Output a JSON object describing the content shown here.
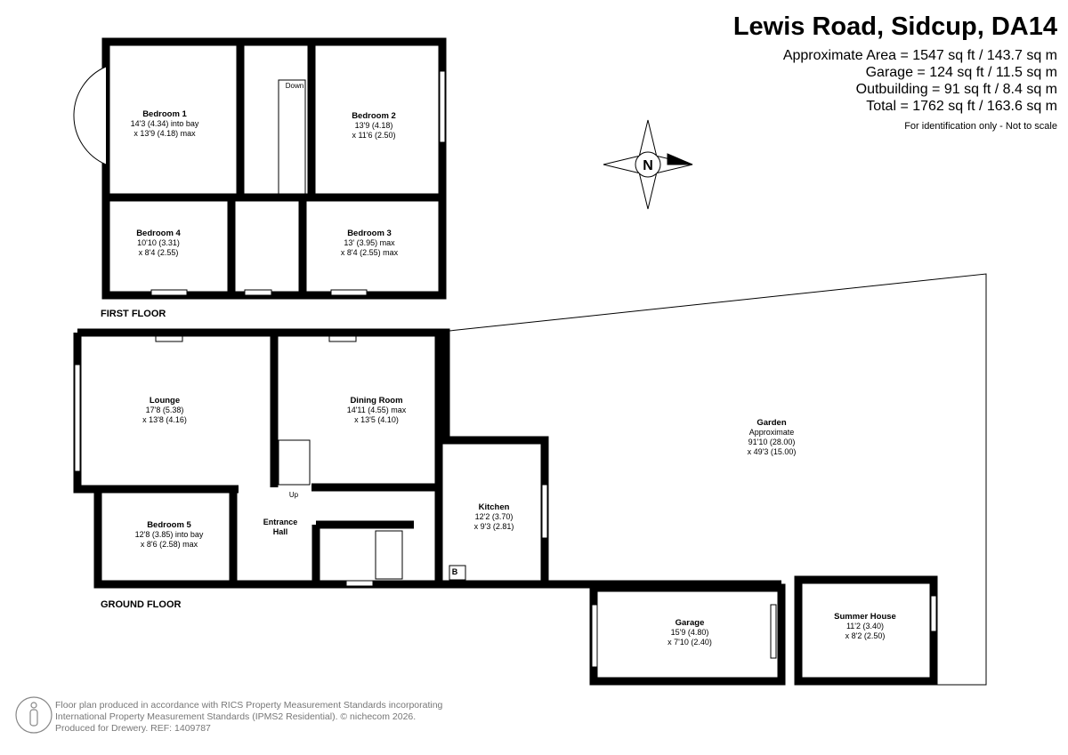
{
  "header": {
    "title": "Lewis Road, Sidcup, DA14",
    "areas": [
      "Approximate Area = 1547 sq ft / 143.7 sq m",
      "Garage = 124 sq ft / 11.5 sq m",
      "Outbuilding = 91 sq ft / 8.4 sq m",
      "Total = 1762 sq ft / 163.6 sq m"
    ],
    "note": "For identification only - Not to scale"
  },
  "compass": {
    "label": "N"
  },
  "floors": {
    "first": "FIRST FLOOR",
    "ground": "GROUND FLOOR"
  },
  "rooms": [
    {
      "name": "Bedroom 1",
      "dims": [
        "14'3 (4.34) into bay",
        "x 13'9 (4.18) max"
      ]
    },
    {
      "name": "Bedroom 2",
      "dims": [
        "13'9 (4.18)",
        "x 11'6 (2.50)"
      ]
    },
    {
      "name": "Bedroom 4",
      "dims": [
        "10'10 (3.31)",
        "x 8'4 (2.55)"
      ]
    },
    {
      "name": "Bedroom 3",
      "dims": [
        "13' (3.95) max",
        "x 8'4 (2.55) max"
      ]
    },
    {
      "name": "Lounge",
      "dims": [
        "17'8 (5.38)",
        "x 13'8 (4.16)"
      ]
    },
    {
      "name": "Dining Room",
      "dims": [
        "14'11 (4.55) max",
        "x 13'5 (4.10)"
      ]
    },
    {
      "name": "Bedroom 5",
      "dims": [
        "12'8 (3.85) into bay",
        "x 8'6 (2.58) max"
      ]
    },
    {
      "name": "Entrance",
      "dims": [
        "Hall"
      ]
    },
    {
      "name": "Kitchen",
      "dims": [
        "12'2 (3.70)",
        "x 9'3 (2.81)"
      ]
    },
    {
      "name": "Garden",
      "dims": [
        "Approximate",
        "91'10 (28.00)",
        "x 49'3 (15.00)"
      ]
    },
    {
      "name": "Garage",
      "dims": [
        "15'9 (4.80)",
        "x 7'10 (2.40)"
      ]
    },
    {
      "name": "Summer House",
      "dims": [
        "11'2 (3.40)",
        "x 8'2 (2.50)"
      ]
    }
  ],
  "marks": {
    "down": "Down",
    "up": "Up",
    "boiler": "B"
  },
  "footer": {
    "lines": [
      "Floor plan produced in accordance with RICS Property Measurement Standards incorporating",
      "International Property Measurement Standards (IPMS2 Residential).   © nichecom 2026.",
      "Produced for Drewery.   REF: 1409787"
    ]
  }
}
